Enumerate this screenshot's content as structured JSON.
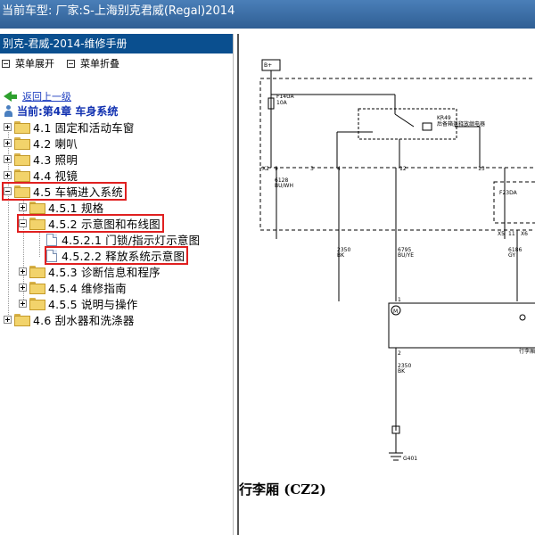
{
  "window": {
    "title": "当前车型:   厂家:S-上海别克君威(Regal)2014"
  },
  "sidebar": {
    "manual_title": "别克-君威-2014-维修手册",
    "expand_label": "菜单展开",
    "collapse_label": "菜单折叠",
    "back_label": "返回上一级",
    "current_label": "当前:第4章 车身系统",
    "tree": [
      {
        "label": "4.1 固定和活动车窗"
      },
      {
        "label": "4.2 喇叭"
      },
      {
        "label": "4.3 照明"
      },
      {
        "label": "4.4 视镜"
      },
      {
        "label": "4.5 车辆进入系统"
      },
      {
        "label": "4.5.1 规格"
      },
      {
        "label": "4.5.2 示意图和布线图"
      },
      {
        "label": "4.5.2.1 门锁/指示灯示意图"
      },
      {
        "label": "4.5.2.2 释放系统示意图"
      },
      {
        "label": "4.5.3 诊断信息和程序"
      },
      {
        "label": "4.5.4 维修指南"
      },
      {
        "label": "4.5.5 说明与操作"
      },
      {
        "label": "4.6 刮水器和洗涤器"
      }
    ]
  },
  "diagram": {
    "caption": "行李厢 (CZ2)",
    "fuse_label": "F14UA",
    "fuse_rating": "10A",
    "battery_label": "B+",
    "relay_code": "KR49",
    "relay_name": "后备箱盖释放继电器",
    "module_code": "F23DA",
    "connector_x2": "X2",
    "connector_x5": "X5",
    "connector_x6": "X6",
    "pin_9": "9",
    "pin_3": "3",
    "pin_4": "4",
    "pin_12": "12",
    "pin_13": "13",
    "pin_11": "11",
    "pin_1": "1",
    "pin_2": "2",
    "wire_6128": "6128",
    "wire_6128_color": "BU/WH",
    "wire_2350a": "2350",
    "wire_2350a_color": "BK",
    "wire_6795": "6795",
    "wire_6795_color": "BU/YE",
    "wire_6186": "6186",
    "wire_6186_color": "GY",
    "wire_2350b": "2350",
    "wire_2350b_color": "BK",
    "ground_label": "G401",
    "motor_label": "M",
    "right_label": "行李厢"
  }
}
